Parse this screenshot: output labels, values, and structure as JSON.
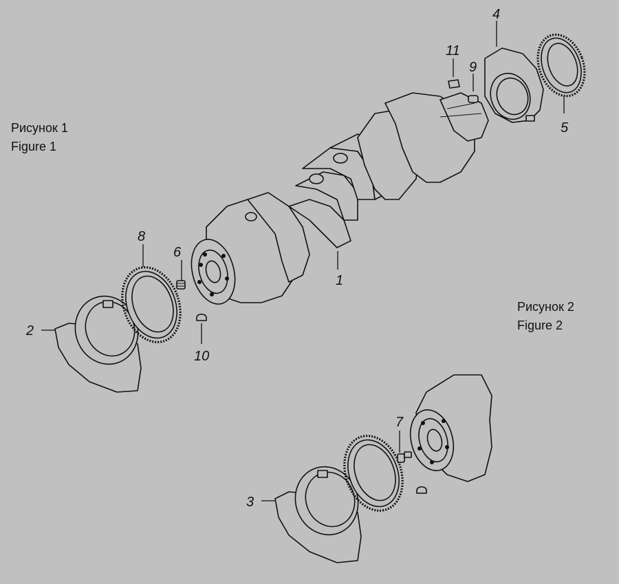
{
  "figures": [
    {
      "title_ru": "Рисунок 1",
      "title_en": "Figure 1"
    },
    {
      "title_ru": "Рисунок 2",
      "title_en": "Figure 2"
    }
  ],
  "callouts": {
    "c1": "1",
    "c2": "2",
    "c3": "3",
    "c4": "4",
    "c5": "5",
    "c6": "6",
    "c7": "7",
    "c8": "8",
    "c9": "9",
    "c10": "10",
    "c11": "11"
  },
  "colors": {
    "background": "#c0c0c0",
    "line": "#111111"
  }
}
